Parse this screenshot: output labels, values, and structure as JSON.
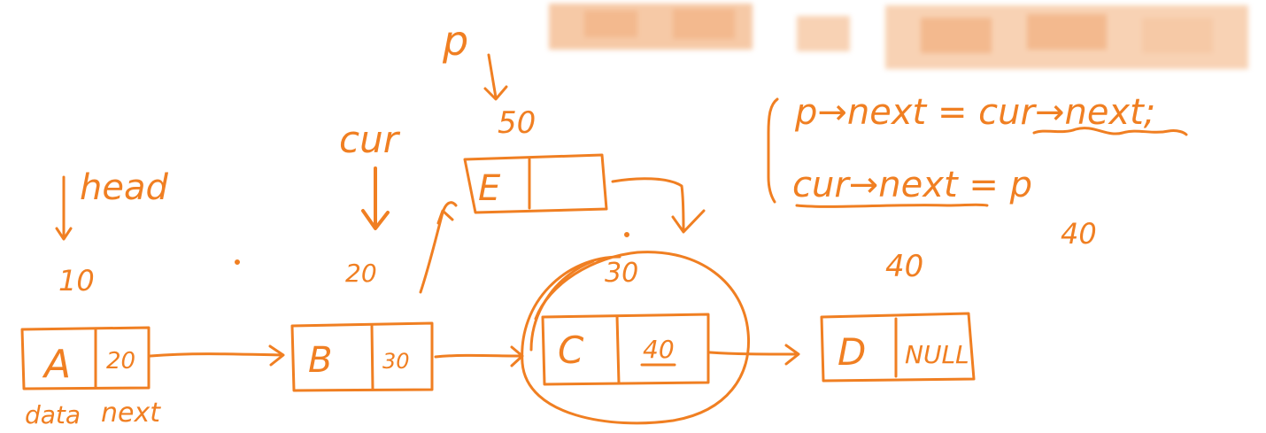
{
  "ink_color": "#F07F22",
  "blur_colors": [
    "#F3B98E",
    "#F8D2B4",
    "#FBE3D0"
  ],
  "labels": {
    "p_pointer": "p",
    "cur_pointer": "cur",
    "head_pointer": "head",
    "addr_A": "10",
    "addr_B": "20",
    "addr_C": "30",
    "addr_D": "40",
    "addr_E": "50",
    "addr_extra": "40",
    "field_data": "data",
    "field_next": "next"
  },
  "nodes": [
    {
      "id": "A",
      "data": "A",
      "next": "20"
    },
    {
      "id": "B",
      "data": "B",
      "next": "30"
    },
    {
      "id": "C",
      "data": "C",
      "next": "40"
    },
    {
      "id": "D",
      "data": "D",
      "next": "NULL"
    },
    {
      "id": "E",
      "data": "E",
      "next": ""
    }
  ],
  "code": {
    "line1": "p→next = cur→next;",
    "line2": "cur→next = p"
  }
}
